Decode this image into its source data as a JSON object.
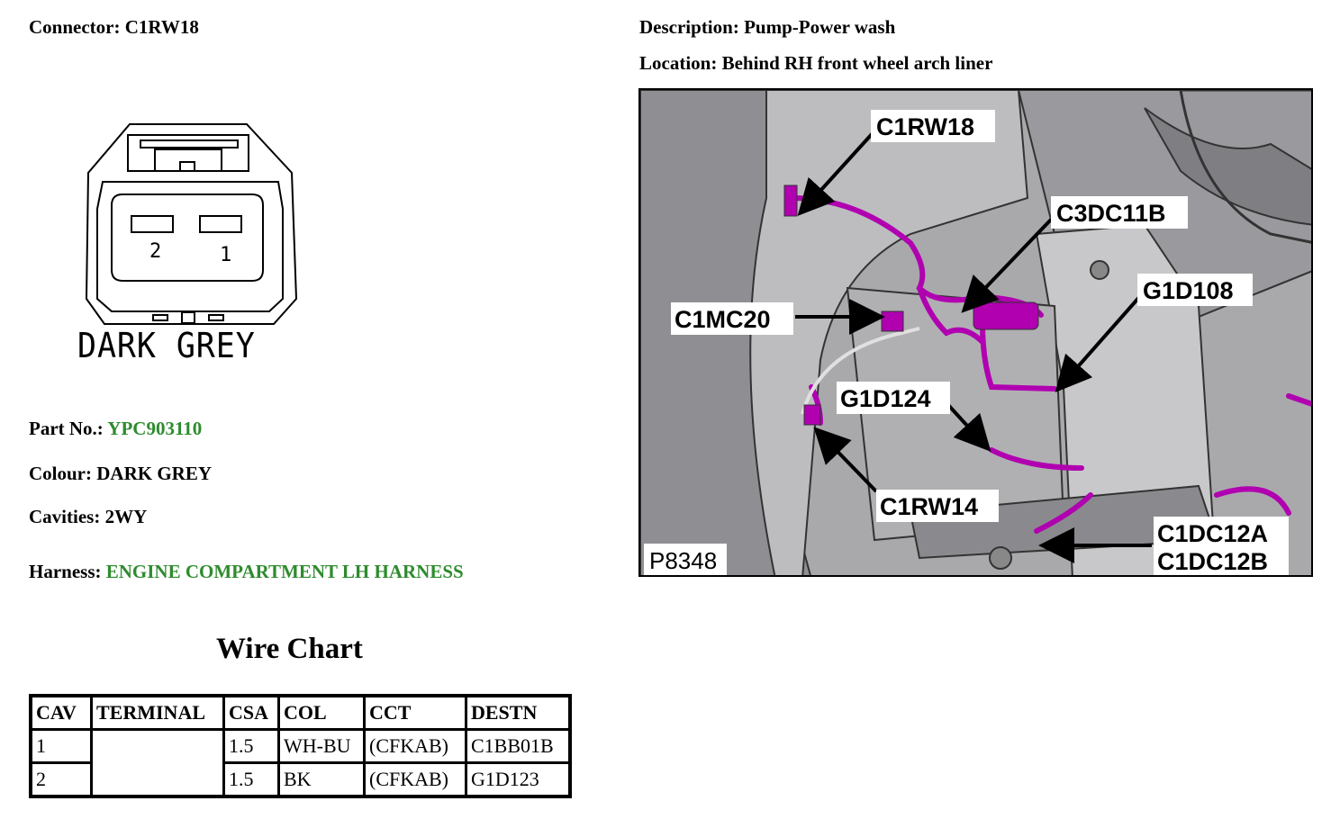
{
  "connector": {
    "label": "Connector:",
    "value": "C1RW18"
  },
  "description": {
    "label": "Description:",
    "value": "Pump-Power wash"
  },
  "location": {
    "label": "Location:",
    "value": "Behind RH front wheel arch liner"
  },
  "diagram": {
    "cavity_2": "2",
    "cavity_1": "1",
    "caption": "DARK GREY"
  },
  "part_no": {
    "label": "Part No.:",
    "value": "YPC903110"
  },
  "colour": {
    "label": "Colour:",
    "value": "DARK GREY"
  },
  "cavities": {
    "label": "Cavities:",
    "value": "2WY"
  },
  "harness": {
    "label": "Harness:",
    "value": "ENGINE COMPARTMENT LH HARNESS"
  },
  "wire_chart": {
    "title": "Wire Chart",
    "headers": [
      "CAV",
      "TERMINAL",
      "CSA",
      "COL",
      "CCT",
      "DESTN"
    ],
    "rows": [
      [
        "1",
        "",
        "1.5",
        "WH-BU",
        "(CFKAB)",
        "C1BB01B"
      ],
      [
        "2",
        "",
        "1.5",
        "BK",
        "(CFKAB)",
        "G1D123"
      ]
    ]
  },
  "photo": {
    "callouts": {
      "c1rw18": "C1RW18",
      "c3dc11b": "C3DC11B",
      "g1d108": "G1D108",
      "c1mc20": "C1MC20",
      "g1d124": "G1D124",
      "c1rw14": "C1RW14",
      "c1dc12a": "C1DC12A",
      "c1dc12b": "C1DC12B",
      "figure_id": "P8348"
    },
    "harness_color": "#b000b0"
  }
}
